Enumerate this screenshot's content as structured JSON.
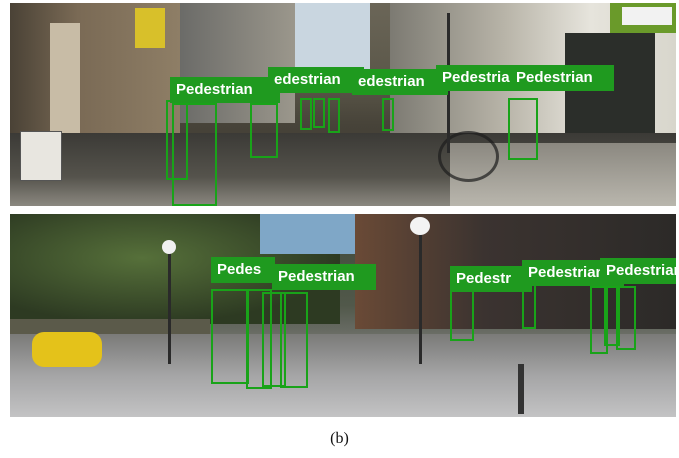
{
  "figure": {
    "caption": "(b)",
    "detection_label": "Pedestrian",
    "box_color": "#19a319",
    "label_background": "#1f9a1f",
    "label_text_color": "#ffffff"
  },
  "top_panel": {
    "labels": [
      "Pedestrian",
      "edestrian",
      "edestrian",
      "Pedestria",
      "Pedestrian"
    ]
  },
  "bottom_panel": {
    "labels": [
      "Pedes",
      "Pedestrian",
      "Pedestr",
      "Pedestrian",
      "Pedestrian"
    ]
  }
}
